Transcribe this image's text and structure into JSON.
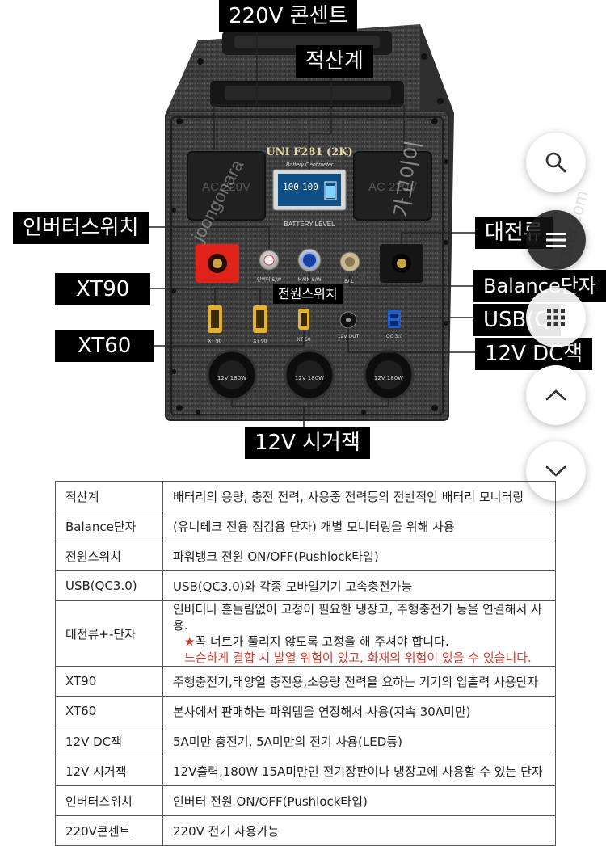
{
  "photo": {
    "panel_brand": "UNI F281 (2K)",
    "meter_caption": "Battery Centimeter",
    "meter_reading_1": "100",
    "meter_reading_2": "100",
    "battery_level": "BATTERY LEVEL",
    "ac_left": "AC 220V",
    "ac_right": "AC 220V",
    "label_inverter_sw": "인버터 S/W",
    "label_main_sw": "MAIN S/W",
    "label_bal": "BAL",
    "label_xt90_a": "XT 90",
    "label_xt90_b": "XT 90",
    "label_xt60": "XT 60",
    "label_12v_out": "12V OUT",
    "label_qc": "QC 3.0",
    "label_socket_1": "12V 180W",
    "label_socket_2": "12V 180W",
    "label_socket_3": "12V 180W",
    "watermark_1": "joongonara",
    "watermark_2": "가고이이",
    "watermark_3": "ccle naver.com"
  },
  "callouts": {
    "c220v": "220V 콘센트",
    "meter": "적산계",
    "inverter": "인버터스위치",
    "dc": "대전류",
    "xt90": "XT90",
    "power_switch": "전원스위치",
    "balance": "Balance단자",
    "xt60": "XT60",
    "usb": "USB(Q",
    "dc12": "12V DC잭",
    "cig": "12V 시거잭"
  },
  "fab": {
    "search": "search-icon",
    "menu": "menu-icon",
    "grid": "grid-icon",
    "up": "chevron-up-icon",
    "down": "chevron-down-icon"
  },
  "table": {
    "rows": [
      {
        "key": "적산계",
        "value": "배터리의 용량, 충전 전력, 사용중 전력등의 전반적인 배터리 모니터링"
      },
      {
        "key": "Balance단자",
        "value": "(유니테크 전용 점검용 단자) 개별 모니터링을 위해 사용"
      },
      {
        "key": "전원스위치",
        "value": "파워뱅크 전원 ON/OFF(Pushlock타입)"
      },
      {
        "key": "USB(QC3.0)",
        "value": "USB(QC3.0)와 각종 모바일기기 고속충전가능"
      },
      {
        "key": "대전류+-단자",
        "value": "인버터나 흔들림없이 고정이 필요한 냉장고, 주행충전기 등을 연결해서 사용.",
        "value2": "꼭 너트가 풀리지 않도록 고정을 해 주셔야 합니다.",
        "value3": "느슨하게 결합 시 발열 위험이 있고, 화재의 위험이 있을 수 있습니다."
      },
      {
        "key": "XT90",
        "value": "주행충전기,태양열 충전용,소용량 전력을 요하는 기기의 입출력 사용단자"
      },
      {
        "key": "XT60",
        "value": "본사에서 판매하는 파워탭을 연장해서 사용(지속 30A미만)"
      },
      {
        "key": "12V DC잭",
        "value": "5A미만 충전기, 5A미만의 전기 사용(LED등)"
      },
      {
        "key": "12V 시거잭",
        "value": "12V출력,180W 15A미만인 전기장판이나 냉장고에 사용할 수 있는 단자"
      },
      {
        "key": "인버터스위치",
        "value": "인버터 전원 ON/OFF(Pushlock타입)"
      },
      {
        "key": "220V콘센트",
        "value": "220V 전기 사용가능"
      }
    ],
    "star": "★"
  },
  "colors": {
    "body_dark": "#3a3a3a",
    "red_terminal": "#e0241b",
    "warn_text": "#d23b2e",
    "meter_blue": "#2a8fd8",
    "gold": "#d9a02a"
  }
}
